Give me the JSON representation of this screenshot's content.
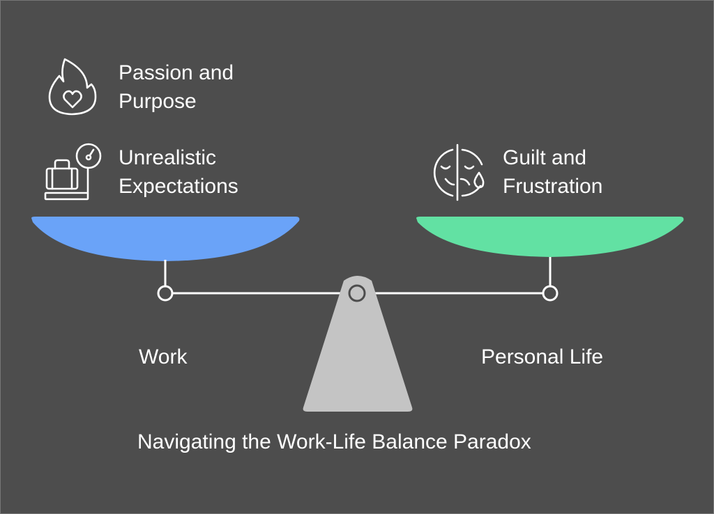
{
  "title": "Navigating the Work-Life Balance Paradox",
  "left": {
    "label": "Work",
    "color": "#6aa3f8",
    "items": [
      {
        "line1": "Passion and",
        "line2": "Purpose",
        "icon": "flame-heart-icon"
      },
      {
        "line1": "Unrealistic",
        "line2": "Expectations",
        "icon": "luggage-scale-icon"
      }
    ]
  },
  "right": {
    "label": "Personal Life",
    "color": "#62e1a3",
    "items": [
      {
        "line1": "Guilt and",
        "line2": "Frustration",
        "icon": "sad-face-tear-icon"
      }
    ]
  }
}
